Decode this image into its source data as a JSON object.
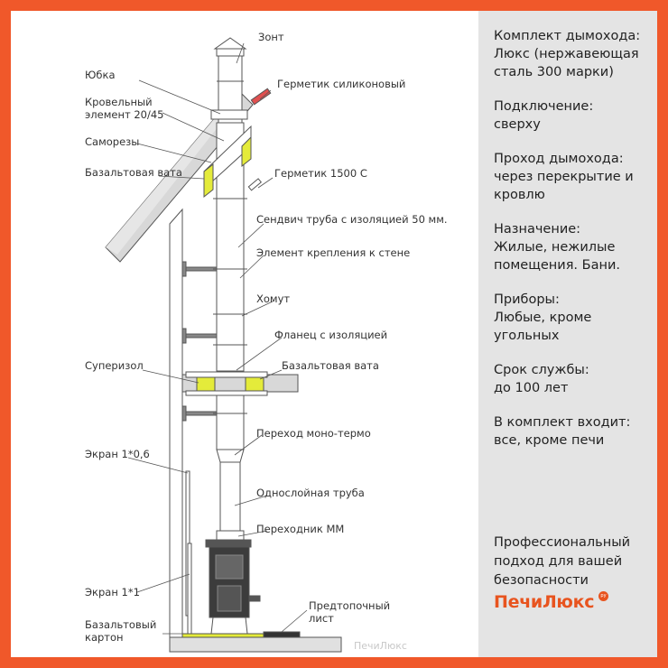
{
  "diagram": {
    "labels": {
      "umbrella": "Зонт",
      "skirt": "Юбка",
      "sealant_silicone": "Герметик силиконовый",
      "roof_element": "Кровельный\nэлемент 20/45",
      "screws": "Саморезы",
      "basalt_wool_roof": "Базальтовая вата",
      "sealant_1500": "Герметик 1500 С",
      "sandwich_pipe": "Сендвич труба с изоляцией 50 мм.",
      "wall_mount": "Элемент крепления к стене",
      "clamp": "Хомут",
      "flange": "Фланец с изоляцией",
      "superizol": "Суперизол",
      "basalt_wool_ceiling": "Базальтовая вата",
      "mono_thermo": "Переход моно-термо",
      "screen_06": "Экран 1*0,6",
      "single_pipe": "Однослойная труба",
      "adapter_mm": "Переходник ММ",
      "screen_1": "Экран 1*1",
      "basalt_cardboard": "Базальтовый\nкартон",
      "prefurnace_sheet": "Предтопочный\nлист"
    },
    "watermark": "ПечиЛюкс",
    "colors": {
      "line": "#555555",
      "fill_gray": "#d8d8d8",
      "insulation": "#e4eb3a",
      "sealant": "#e05050"
    }
  },
  "panel": {
    "specs": [
      {
        "heading": "Комплект дымохода:",
        "value": "Люкс (нержавеющая\nсталь 300 марки)"
      },
      {
        "heading": "Подключение:",
        "value": "сверху"
      },
      {
        "heading": "Проход дымохода:",
        "value": "через перекрытие и\nкровлю"
      },
      {
        "heading": "Назначение:",
        "value": "Жилые, нежилые\nпомещения. Бани."
      },
      {
        "heading": "Приборы:",
        "value": "Любые, кроме угольных"
      },
      {
        "heading": "Срок службы:",
        "value": "до 100 лет"
      },
      {
        "heading": "В комплект входит:",
        "value": "все, кроме печи"
      }
    ],
    "tagline": "Профессиональный\nподход для вашей\nбезопасности",
    "logo": "ПечиЛюкс",
    "logo_badge": "ру",
    "colors": {
      "background": "#e4e4e4",
      "accent": "#e8541f",
      "border": "#f0582a"
    }
  }
}
